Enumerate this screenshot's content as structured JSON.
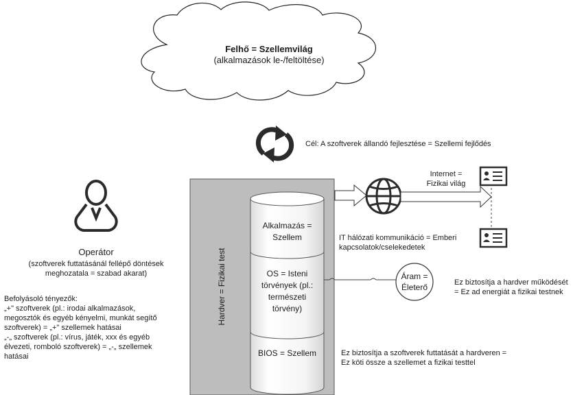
{
  "cloud": {
    "title": "Felhő = Szellemvilág",
    "subtitle": "(alkalmazások le-/feltöltése)"
  },
  "goal_label": "Cél: A szoftverek állandó fejlesztése = Szellemi fejlődés",
  "operator": {
    "title": "Operátor",
    "lines": [
      "(szoftverek futtatásánál fellépő döntések",
      "meghozatala = szabad akarat)"
    ]
  },
  "factors": {
    "lines": [
      "Befolyásoló tényezők:",
      "„+\" szoftverek (pl.: irodai alkalmazások,",
      "megosztók és egyéb kényelmi, munkát segítő",
      "szoftverek) = „+\" szellemek hatásai",
      "„-„ szoftverek (pl.: vírus, játék, xxx és egyéb",
      "élvezeti, romboló szoftverek) = „-„ szellemek",
      "hatásai"
    ]
  },
  "hardware": {
    "label": "Hardver = Fizikai test"
  },
  "layers": [
    {
      "lines": [
        "Alkalmazás =",
        "Szellem"
      ]
    },
    {
      "lines": [
        "OS = Isteni",
        "törvények (pl.:",
        "természeti",
        "törvény)"
      ]
    },
    {
      "lines": [
        "BIOS = Szellem"
      ]
    }
  ],
  "internet": {
    "lines": [
      "Internet =",
      "Fizikai világ"
    ]
  },
  "it_comm": {
    "lines": [
      "IT hálózati kommunikáció = Emberi",
      "kapcsolatok/cselekedetek"
    ]
  },
  "power": {
    "lines": [
      "Áram =",
      "Életerő"
    ],
    "note_lines": [
      "Ez biztosítja a hardver működését",
      "= Ez ad energiát a fizikai testnek"
    ]
  },
  "bios_note": {
    "lines": [
      "Ez biztosítja a szoftverek futtatását a hardveren =",
      "Ez köti össze a szellemet a fizikai testtel"
    ]
  },
  "icons": [
    "cloud-icon",
    "sync-arrows-icon",
    "user-icon",
    "globe-icon",
    "contact-card-icon"
  ]
}
